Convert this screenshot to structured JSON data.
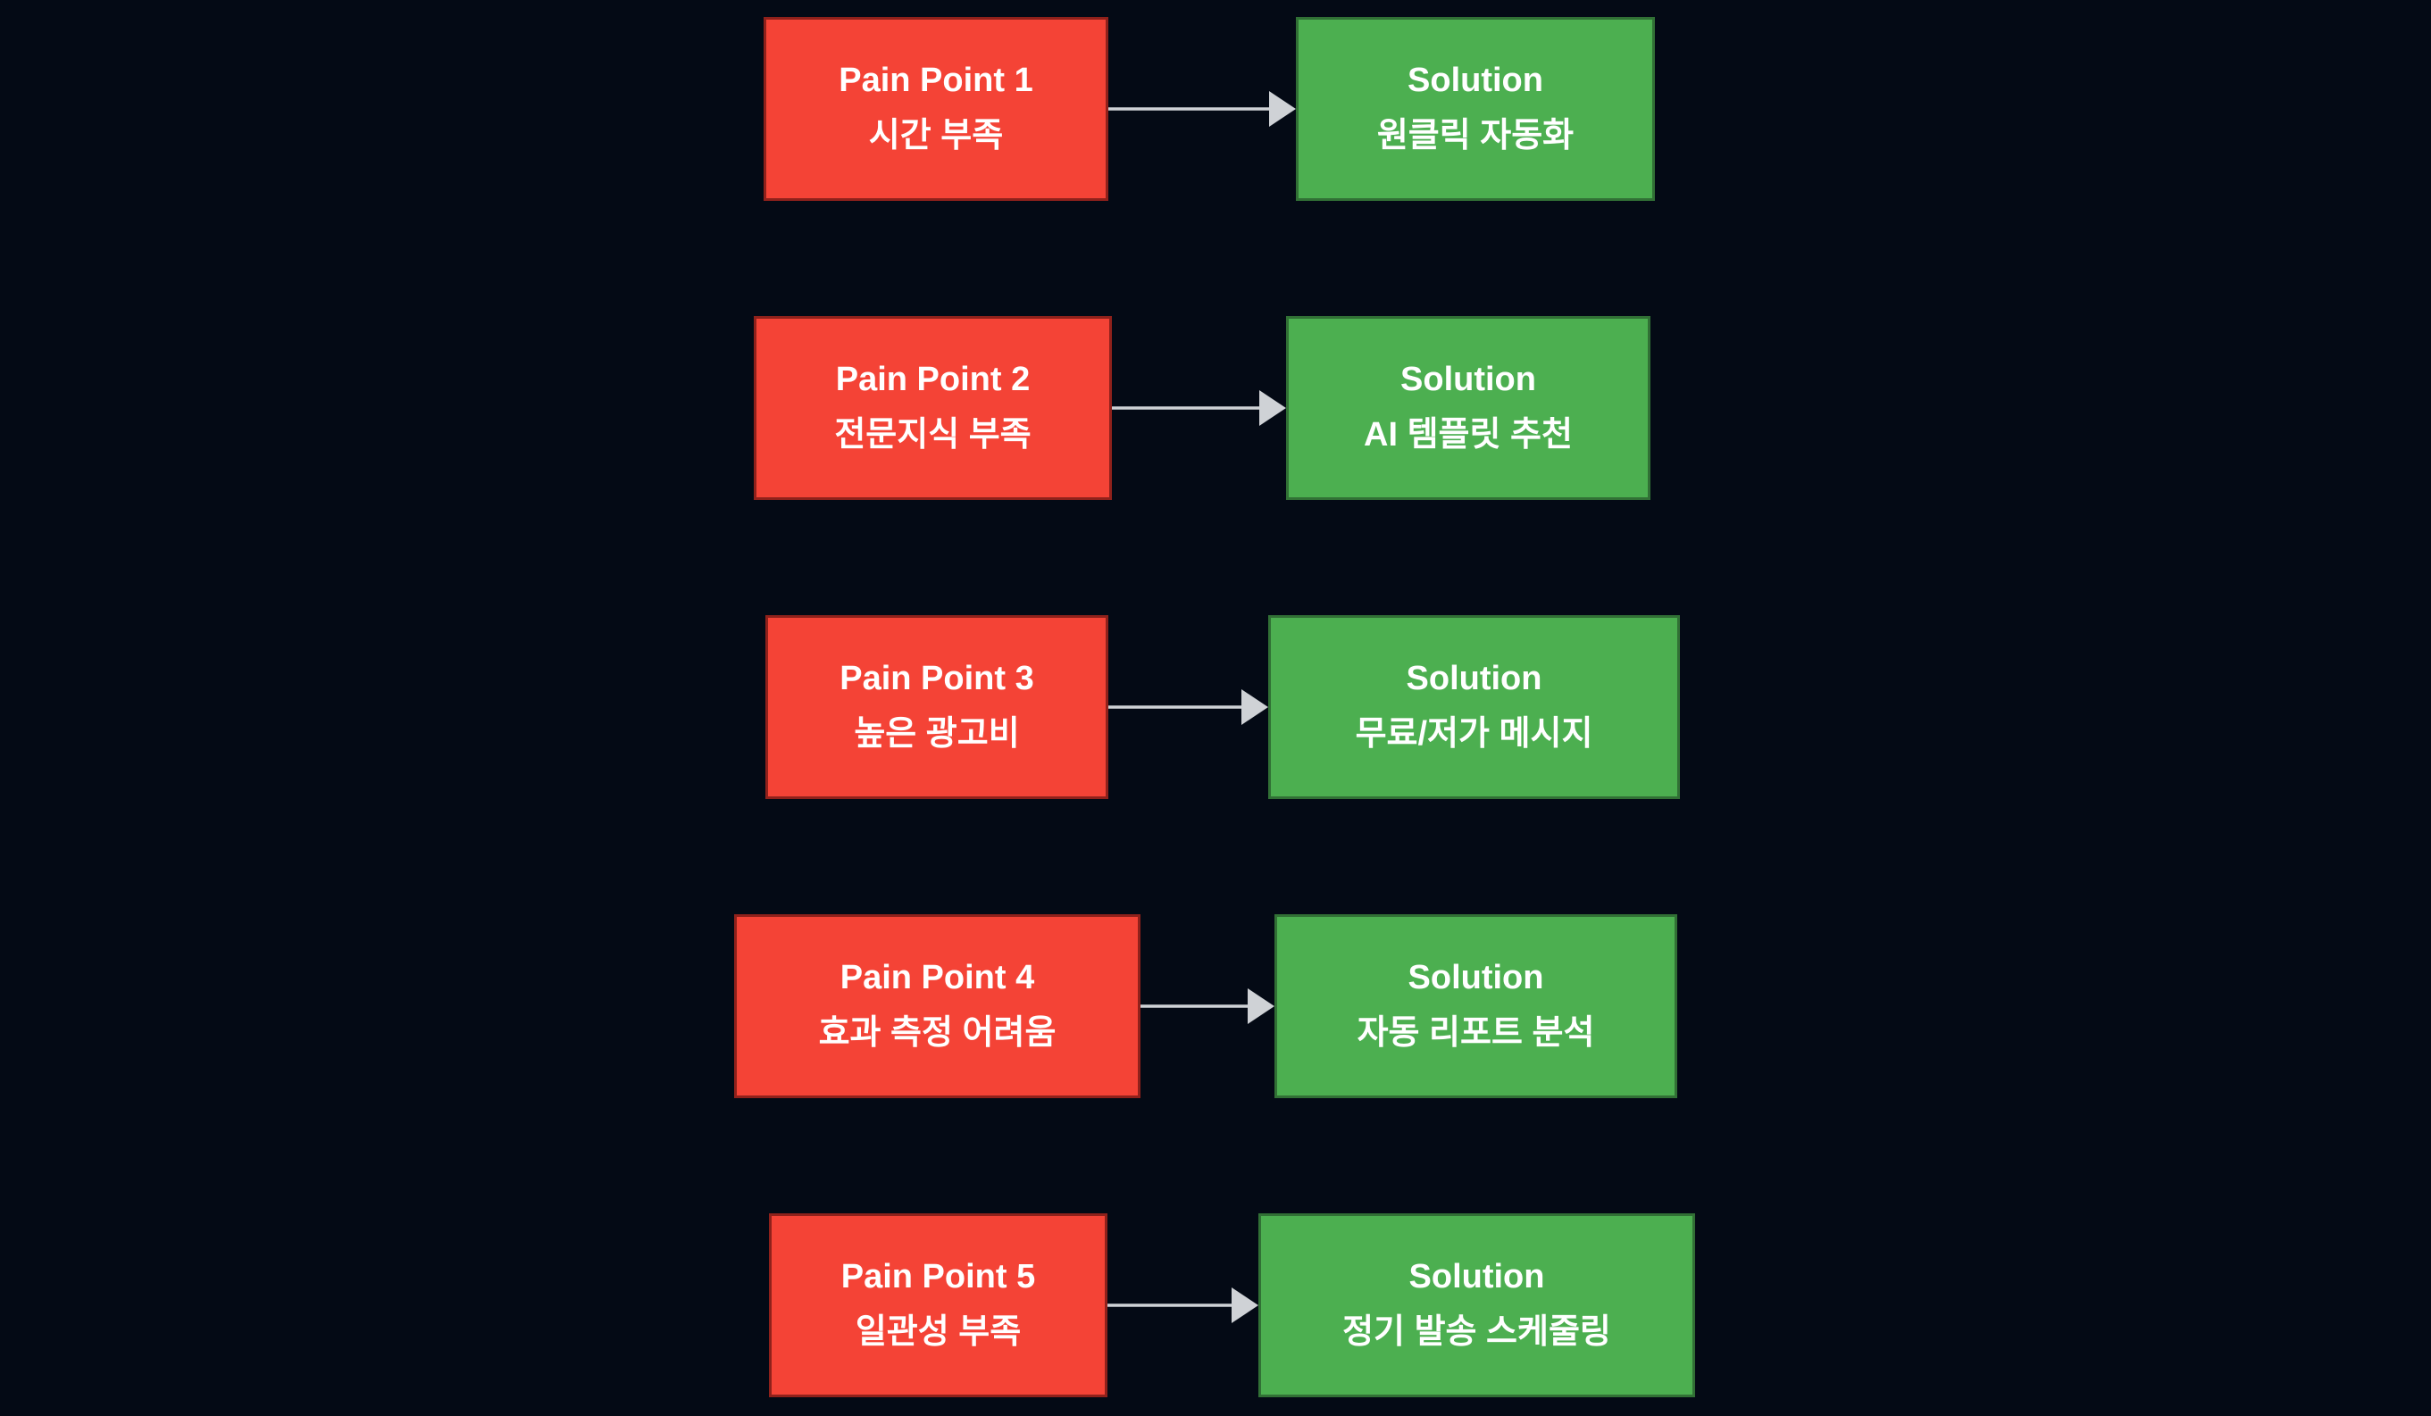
{
  "diagram": {
    "rows": [
      {
        "pain": {
          "title": "Pain Point 1",
          "subtitle": "시간 부족"
        },
        "solution": {
          "title": "Solution",
          "subtitle": "원클릭 자동화"
        }
      },
      {
        "pain": {
          "title": "Pain Point 2",
          "subtitle": "전문지식 부족"
        },
        "solution": {
          "title": "Solution",
          "subtitle": "AI 템플릿 추천"
        }
      },
      {
        "pain": {
          "title": "Pain Point 3",
          "subtitle": "높은 광고비"
        },
        "solution": {
          "title": "Solution",
          "subtitle": "무료/저가 메시지"
        }
      },
      {
        "pain": {
          "title": "Pain Point 4",
          "subtitle": "효과 측정 어려움"
        },
        "solution": {
          "title": "Solution",
          "subtitle": "자동 리포트 분석"
        }
      },
      {
        "pain": {
          "title": "Pain Point 5",
          "subtitle": "일관성 부족"
        },
        "solution": {
          "title": "Solution",
          "subtitle": "정기 발송 스케줄링"
        }
      }
    ],
    "colors": {
      "background": "#040a15",
      "pain_fill": "#f44336",
      "pain_border": "#8f211b",
      "solution_fill": "#4caf50",
      "solution_border": "#317035",
      "arrow": "#cfd2d6",
      "text": "#ffffff"
    }
  }
}
